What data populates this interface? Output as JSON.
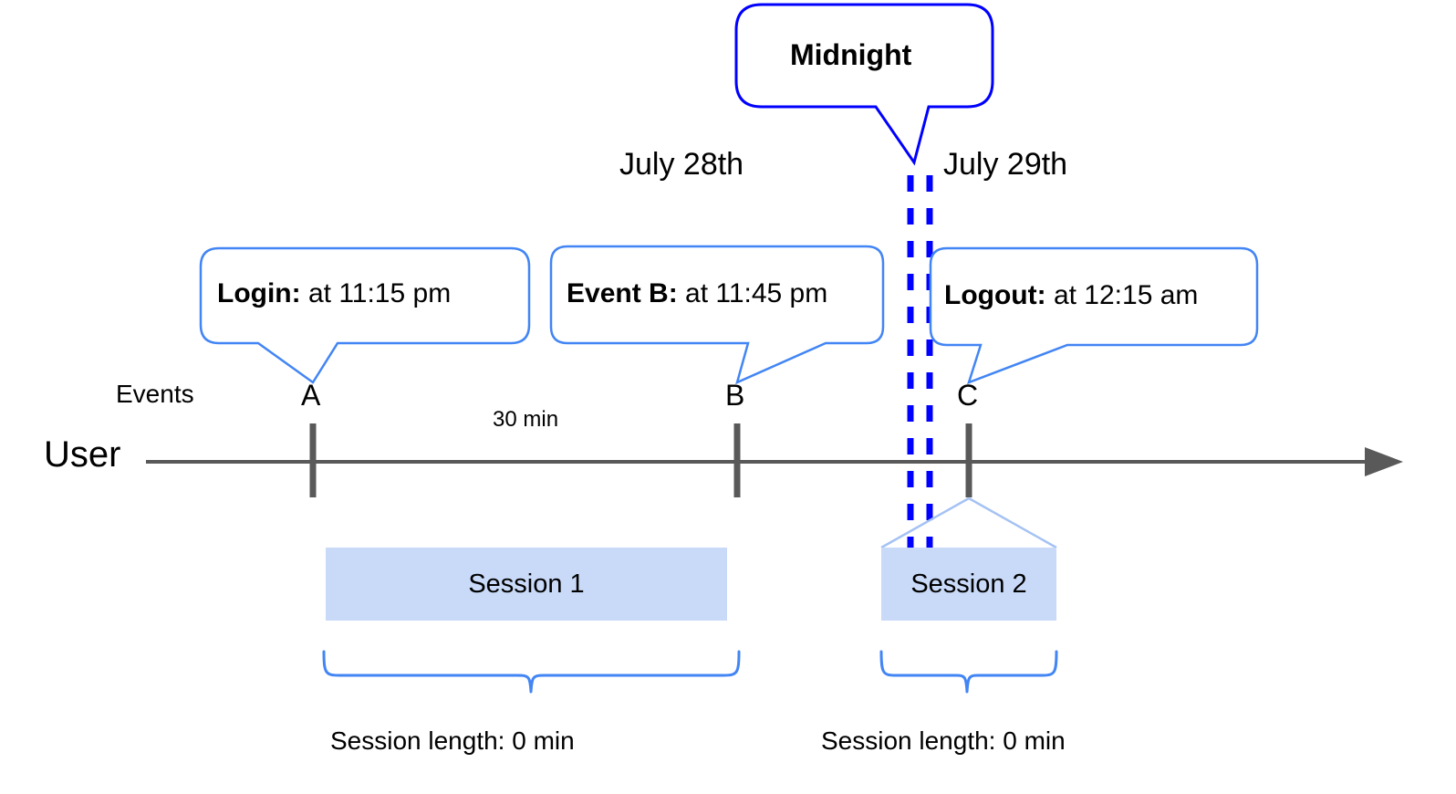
{
  "diagram": {
    "title_callout": {
      "label": "Midnight"
    },
    "dates": [
      {
        "label": "July 28th"
      },
      {
        "label": "July 29th"
      }
    ],
    "axis": {
      "row_label": "User",
      "events_label": "Events",
      "duration_label": "30 min"
    },
    "events": [
      {
        "letter": "A",
        "callout_bold": "Login:",
        "callout_rest": " at 11:15 pm"
      },
      {
        "letter": "B",
        "callout_bold": "Event B:",
        "callout_rest": " at 11:45 pm"
      },
      {
        "letter": "C",
        "callout_bold": "Logout:",
        "callout_rest": " at 12:15 am"
      }
    ],
    "sessions": [
      {
        "label": "Session 1",
        "length_label": "Session length: 0 min"
      },
      {
        "label": "Session 2",
        "length_label": "Session length: 0 min"
      }
    ],
    "colors": {
      "callout_border": "#4285f4",
      "midnight_border": "#0000ff",
      "midnight_dash": "#0000ff",
      "axis": "#595959",
      "session_fill": "#c9daf8",
      "connector": "#a4c2f4",
      "brace": "#4285f4"
    }
  }
}
